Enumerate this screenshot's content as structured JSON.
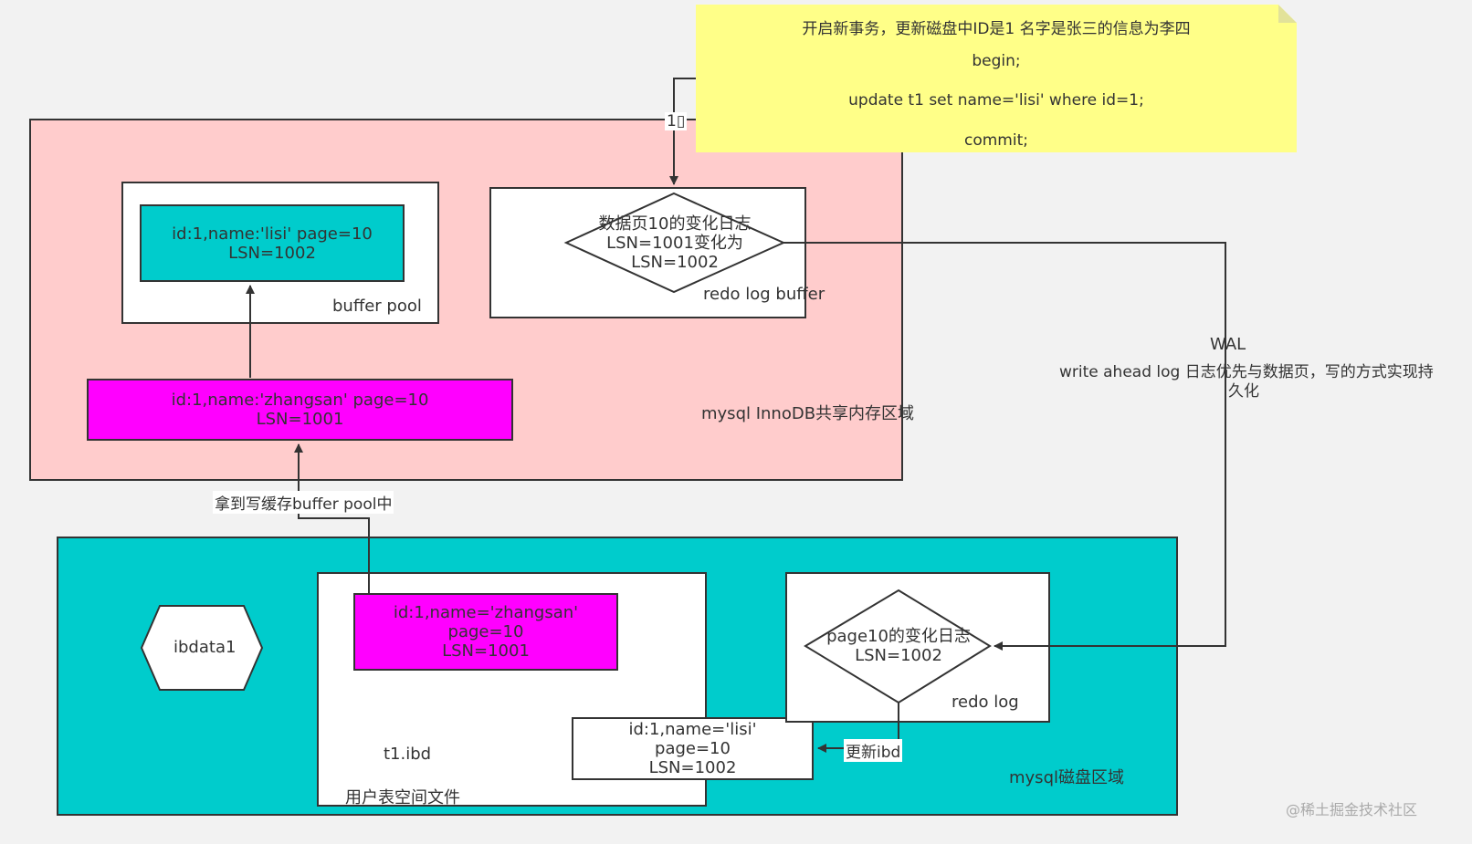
{
  "memory_region": {
    "label": "mysql InnoDB共享内存区域",
    "buffer_pool": {
      "label": "buffer pool",
      "page_line1": "id:1,name:'lisi' page=10",
      "page_line2": "LSN=1002"
    },
    "redo_log_buffer": {
      "label": "redo log buffer",
      "diamond_line1": "数据页10的变化日志",
      "diamond_line2": "LSN=1001变化为",
      "diamond_line3": "LSN=1002"
    },
    "loaded_page": {
      "line1": "id:1,name:'zhangsan' page=10",
      "line2": "LSN=1001"
    }
  },
  "note": {
    "line1": "开启新事务，更新磁盘中ID是1 名字是张三的信息为李四",
    "line2": "begin;",
    "line3": "update t1 set name='lisi' where id=1;",
    "line4": "commit;"
  },
  "edges": {
    "note_to_buffer": "1▯",
    "load_to_buffer": "拿到写缓存buffer pool中",
    "wal_line1": "WAL",
    "wal_line2": "write ahead log 日志优先与数据页，写的方式实现持",
    "wal_line3": "久化",
    "update_ibd": "更新ibd"
  },
  "disk_region": {
    "label": "mysql磁盘区域",
    "ibdata": "ibdata1",
    "tablespace": {
      "label": "用户表空间文件",
      "file": "t1.ibd",
      "page_line1": "id:1,name='zhangsan'",
      "page_line2": "page=10",
      "page_line3": "LSN=1001",
      "updated_line1": "id:1,name='lisi'",
      "updated_line2": "page=10",
      "updated_line3": "LSN=1002"
    },
    "redo_log": {
      "label": "redo log",
      "diamond_line1": "page10的变化日志",
      "diamond_line2": "LSN=1002"
    }
  },
  "watermark": "@稀土掘金技术社区",
  "colors": {
    "memory_bg": "#ffcccc",
    "disk_bg": "#00cccc",
    "page_new": "#00cccc",
    "page_old": "#ff00ff",
    "note_bg": "#ffff88"
  }
}
